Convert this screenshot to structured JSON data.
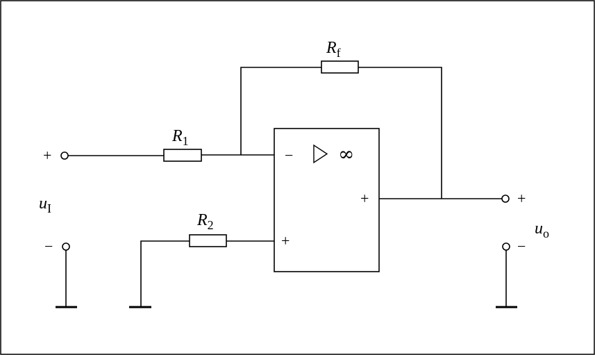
{
  "resistors": {
    "rf": {
      "main": "R",
      "sub": "f"
    },
    "r1": {
      "main": "R",
      "sub": "1"
    },
    "r2": {
      "main": "R",
      "sub": "2"
    }
  },
  "input": {
    "main": "u",
    "sub": "I",
    "plus": "+",
    "minus": "−"
  },
  "output": {
    "main": "u",
    "sub": "o",
    "plus": "+",
    "minus": "−"
  },
  "opamp": {
    "inv": "−",
    "noninv": "+",
    "out": "+",
    "gain": "∞"
  }
}
